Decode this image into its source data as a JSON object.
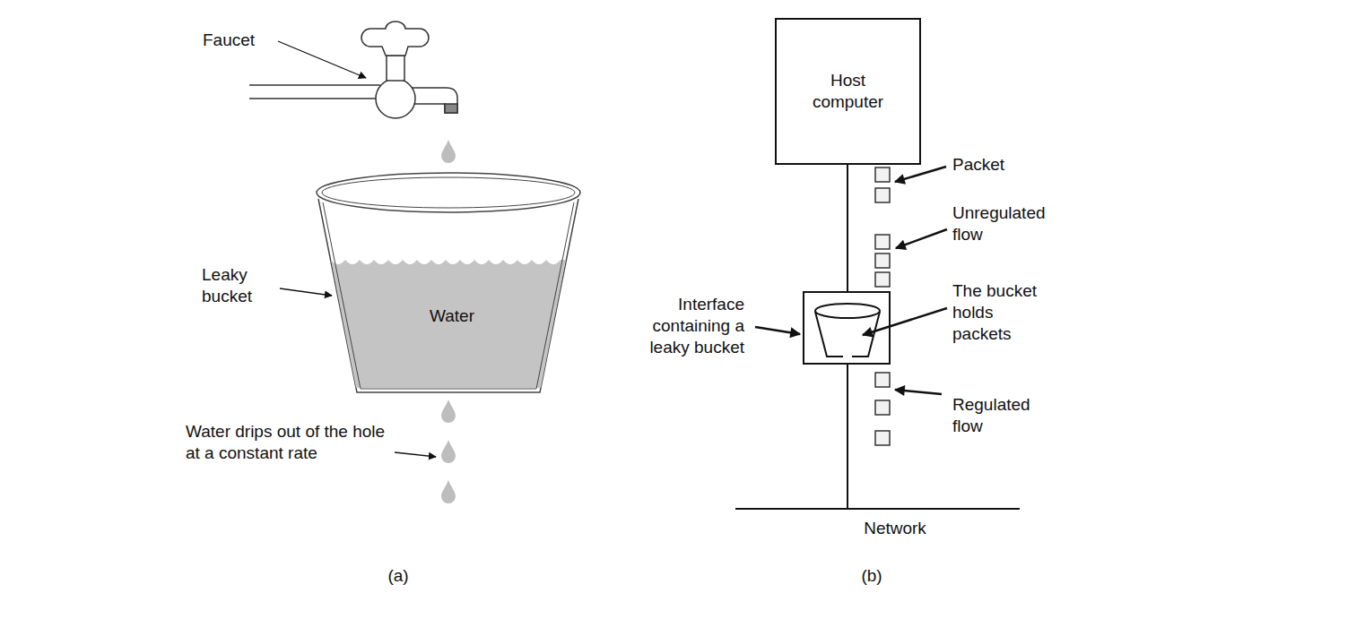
{
  "diagram": {
    "nodes": [
      {
        "text": [
          "Water"
        ]
      },
      {
        "text": [
          "Host computer"
        ]
      }
    ],
    "labels": [
      "Faucet",
      "Leaky bucket",
      "Water drips out of the hole at a constant rate",
      "(a)",
      "Packet",
      "Unregulated flow",
      "Interface containing a leaky bucket",
      "The bucket holds packets",
      "Regulated flow",
      "Network",
      "(b)"
    ]
  }
}
